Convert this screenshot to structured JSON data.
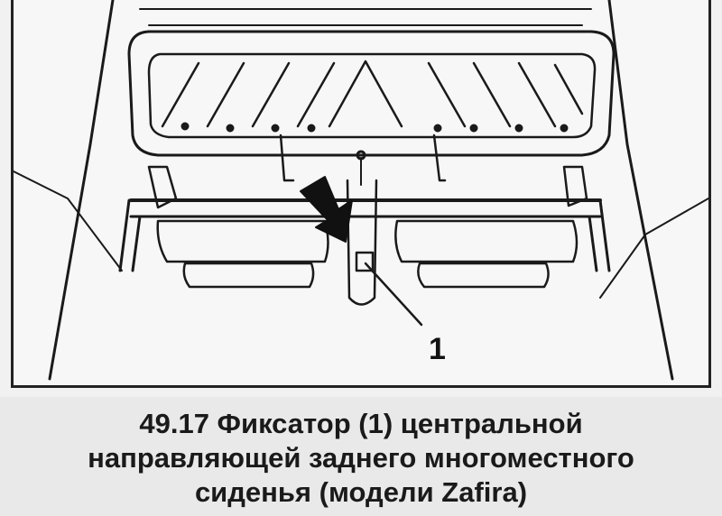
{
  "callout": {
    "number": "1"
  },
  "caption": {
    "line1": "49.17 Фиксатор (1) центральной",
    "line2": "направляющей заднего многоместного",
    "line3": "сиденья (модели Zafira)"
  }
}
